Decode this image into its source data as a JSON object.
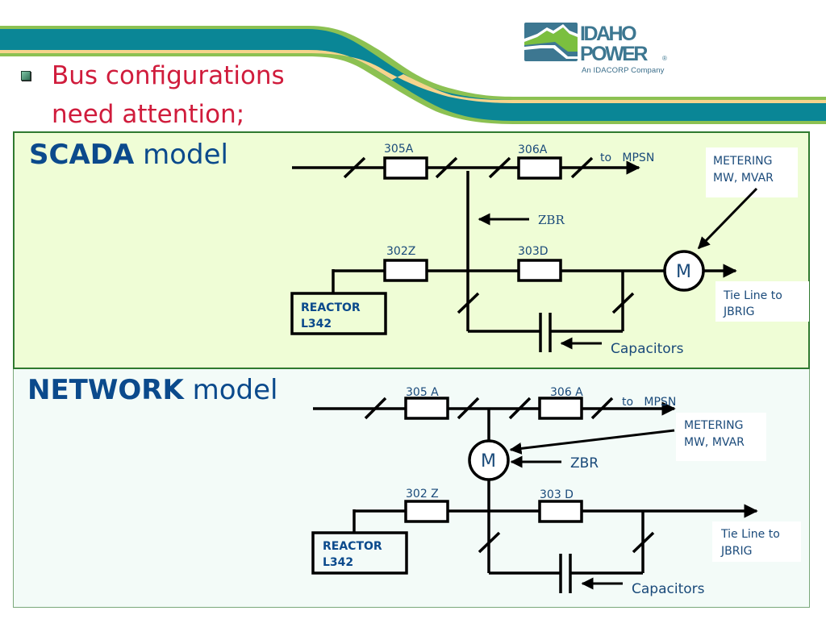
{
  "header": {
    "bullet_text_line1": "Bus configurations",
    "bullet_text_line2": "need attention;",
    "logo": {
      "line1": "IDAHO",
      "line2": "POWER",
      "registered_mark": "®",
      "tagline": "An IDACORP Company"
    }
  },
  "colors": {
    "banner_teal": "#0a8696",
    "banner_green": "#8cc152",
    "banner_cream": "#f6d48c",
    "headline_red": "#d01c3c",
    "title_blue": "#0b4a8c",
    "scada_bg": "#effdd6",
    "network_bg": "#f3fbf8"
  },
  "scada": {
    "title_bold": "SCADA",
    "title_rest": " model",
    "breakers": {
      "b305": "305A",
      "b306": "306A",
      "b302": "302Z",
      "b303": "303D"
    },
    "to_label": "to   MPSN",
    "zbr": "ZBR",
    "metering_line1": "METERING",
    "metering_line2": "MW, MVAR",
    "meter_symbol": "M",
    "tie_line1": "Tie Line to",
    "tie_line2": "JBRIG",
    "reactor_line1": "REACTOR",
    "reactor_line2": "L342",
    "capacitors": "Capacitors"
  },
  "network": {
    "title_bold": "NETWORK",
    "title_rest": " model",
    "breakers": {
      "b305": "305 A",
      "b306": "306 A",
      "b302": "302 Z",
      "b303": "303 D"
    },
    "to_label": "to   MPSN",
    "zbr": "ZBR",
    "metering_line1": "METERING",
    "metering_line2": "MW, MVAR",
    "meter_symbol": "M",
    "tie_line1": "Tie Line to",
    "tie_line2": "JBRIG",
    "reactor_line1": "REACTOR",
    "reactor_line2": "L342",
    "capacitors": "Capacitors"
  }
}
